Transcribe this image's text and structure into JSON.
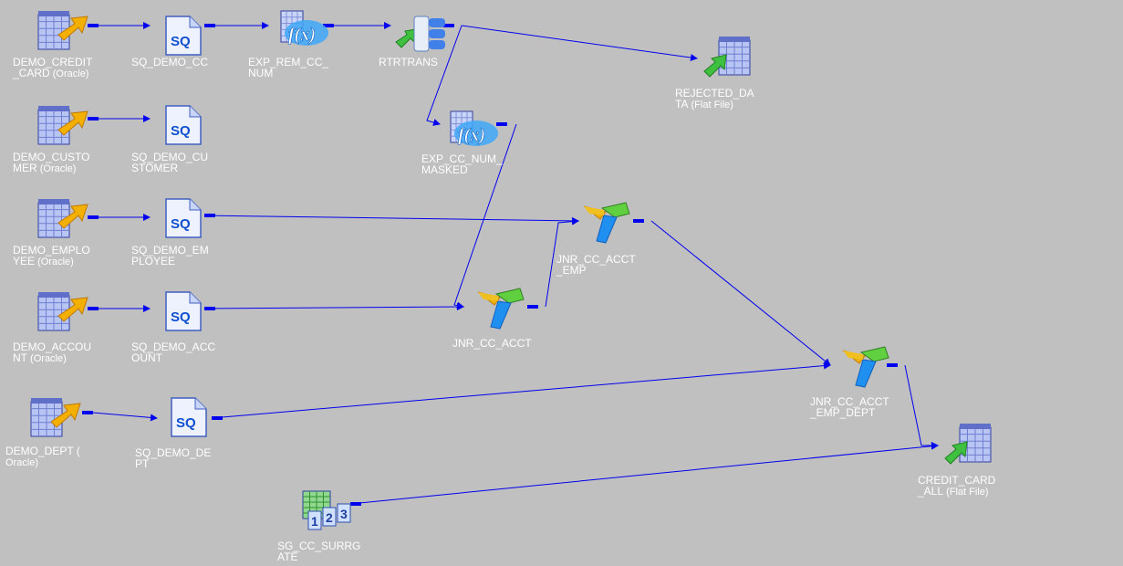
{
  "mapping": {
    "nodes": [
      {
        "id": "src_cc",
        "type": "source",
        "label": "DEMO_CREDIT\n_CARD",
        "sub": "(Oracle)"
      },
      {
        "id": "sq_cc",
        "type": "sq",
        "label": "SQ_DEMO_CC",
        "sub": ""
      },
      {
        "id": "exp_rem",
        "type": "exp",
        "label": "EXP_REM_CC_\nNUM",
        "sub": ""
      },
      {
        "id": "rtr",
        "type": "router",
        "label": "RTRTRANS",
        "sub": ""
      },
      {
        "id": "tgt_rej",
        "type": "target",
        "label": "REJECTED_DA\nTA",
        "sub": "(Flat File)"
      },
      {
        "id": "src_cust",
        "type": "source",
        "label": "DEMO_CUSTO\nMER",
        "sub": "(Oracle)"
      },
      {
        "id": "sq_cust",
        "type": "sq",
        "label": "SQ_DEMO_CU\nSTOMER",
        "sub": ""
      },
      {
        "id": "exp_mask",
        "type": "exp",
        "label": "EXP_CC_NUM_\nMASKED",
        "sub": ""
      },
      {
        "id": "src_emp",
        "type": "source",
        "label": "DEMO_EMPLO\nYEE",
        "sub": "(Oracle)"
      },
      {
        "id": "sq_emp",
        "type": "sq",
        "label": "SQ_DEMO_EM\nPLOYEE",
        "sub": ""
      },
      {
        "id": "jnr_emp",
        "type": "joiner",
        "label": "JNR_CC_ACCT\n_EMP",
        "sub": ""
      },
      {
        "id": "src_acct",
        "type": "source",
        "label": "DEMO_ACCOU\nNT",
        "sub": "(Oracle)"
      },
      {
        "id": "sq_acct",
        "type": "sq",
        "label": "SQ_DEMO_ACC\nOUNT",
        "sub": ""
      },
      {
        "id": "jnr_acct",
        "type": "joiner",
        "label": "JNR_CC_ACCT",
        "sub": ""
      },
      {
        "id": "src_dept",
        "type": "source",
        "label": "DEMO_DEPT (\n",
        "sub": "Oracle)"
      },
      {
        "id": "sq_dept",
        "type": "sq",
        "label": "SQ_DEMO_DE\nPT",
        "sub": ""
      },
      {
        "id": "jnr_dept",
        "type": "joiner",
        "label": "JNR_CC_ACCT\n_EMP_DEPT",
        "sub": ""
      },
      {
        "id": "tgt_all",
        "type": "target",
        "label": "CREDIT_CARD\n_ALL",
        "sub": "(Flat File)"
      },
      {
        "id": "seq",
        "type": "sequence",
        "label": "SG_CC_SURRG\nATE",
        "sub": ""
      }
    ],
    "links": [
      [
        "src_cc",
        "sq_cc"
      ],
      [
        "sq_cc",
        "exp_rem"
      ],
      [
        "exp_rem",
        "rtr"
      ],
      [
        "rtr",
        "tgt_rej"
      ],
      [
        "rtr",
        "exp_mask"
      ],
      [
        "exp_mask",
        "jnr_acct"
      ],
      [
        "src_cust",
        "sq_cust"
      ],
      [
        "src_emp",
        "sq_emp"
      ],
      [
        "sq_emp",
        "jnr_emp"
      ],
      [
        "src_acct",
        "sq_acct"
      ],
      [
        "sq_acct",
        "jnr_acct"
      ],
      [
        "jnr_acct",
        "jnr_emp"
      ],
      [
        "jnr_emp",
        "jnr_dept"
      ],
      [
        "src_dept",
        "sq_dept"
      ],
      [
        "sq_dept",
        "jnr_dept"
      ],
      [
        "jnr_dept",
        "tgt_all"
      ],
      [
        "seq",
        "tgt_all"
      ]
    ],
    "colors": {
      "background": "#c0c0c0",
      "link": "#0000ee",
      "label": "#ffffff"
    }
  }
}
